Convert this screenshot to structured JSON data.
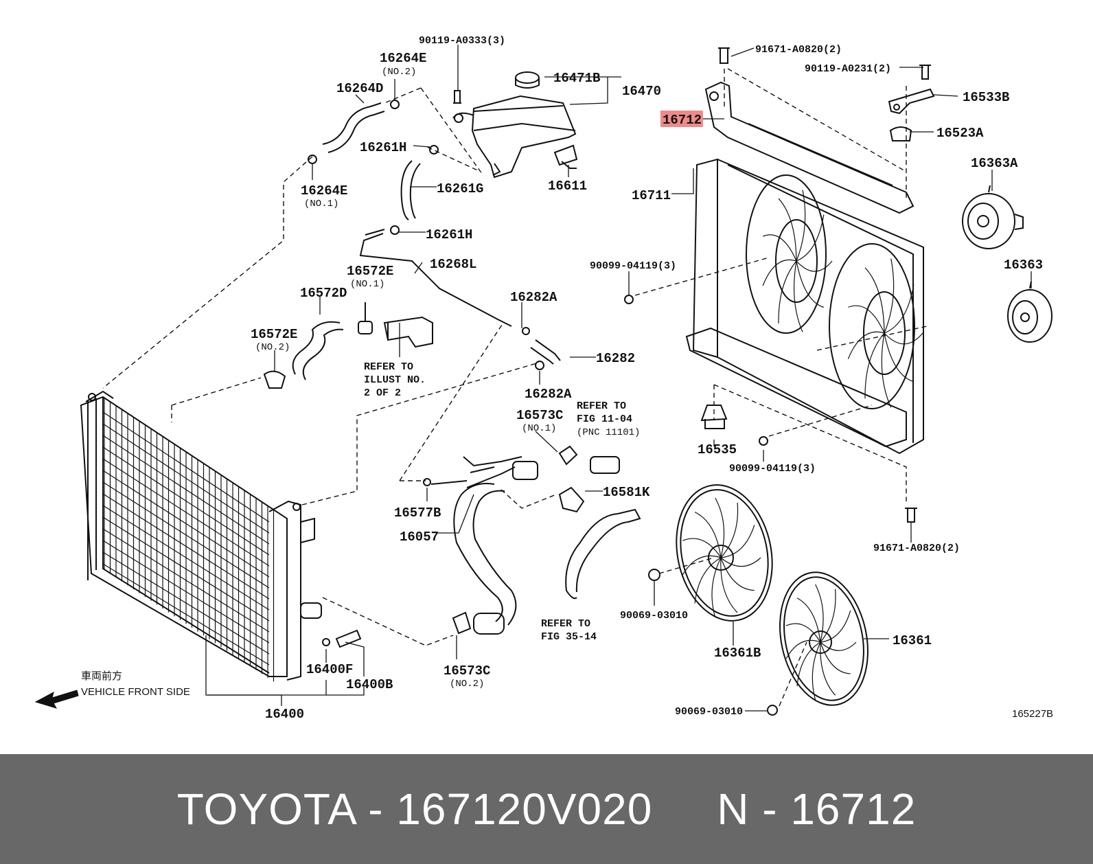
{
  "diagram": {
    "labels": [
      "90119-A0333(3)",
      "16264E",
      "(NO.2)",
      "16264D",
      "16471B",
      "16470",
      "16261H",
      "16611",
      "16264E",
      "(NO.1)",
      "16261G",
      "16261H",
      "16268L",
      "16572E",
      "(NO.1)",
      "16572D",
      "16572E",
      "(NO.2)",
      "REFER TO",
      "ILLUST NO.",
      "2 OF 2",
      "16282A",
      "16282",
      "16282A",
      "16573C",
      "(NO.1)",
      "REFER TO",
      "FIG 11-04",
      "(PNC 11101)",
      "16581K",
      "16577B",
      "16057",
      "REFER TO",
      "FIG 35-14",
      "16400F",
      "16400B",
      "16573C",
      "(NO.2)",
      "16400",
      "91671-A0820(2)",
      "90119-A0231(2)",
      "16533B",
      "16712",
      "16523A",
      "16363A",
      "16711",
      "16363",
      "90099-04119(3)",
      "16535",
      "90099-04119(3)",
      "91671-A0820(2)",
      "90069-03010",
      "16361B",
      "16361",
      "90069-03010",
      "165227B"
    ],
    "front_note_jp": "車両前方",
    "front_note_en": "VEHICLE FRONT SIDE",
    "highlight_color": "#f08a8a"
  },
  "footer": {
    "text": "TOYOTA - 167120V020     N - 16712"
  }
}
